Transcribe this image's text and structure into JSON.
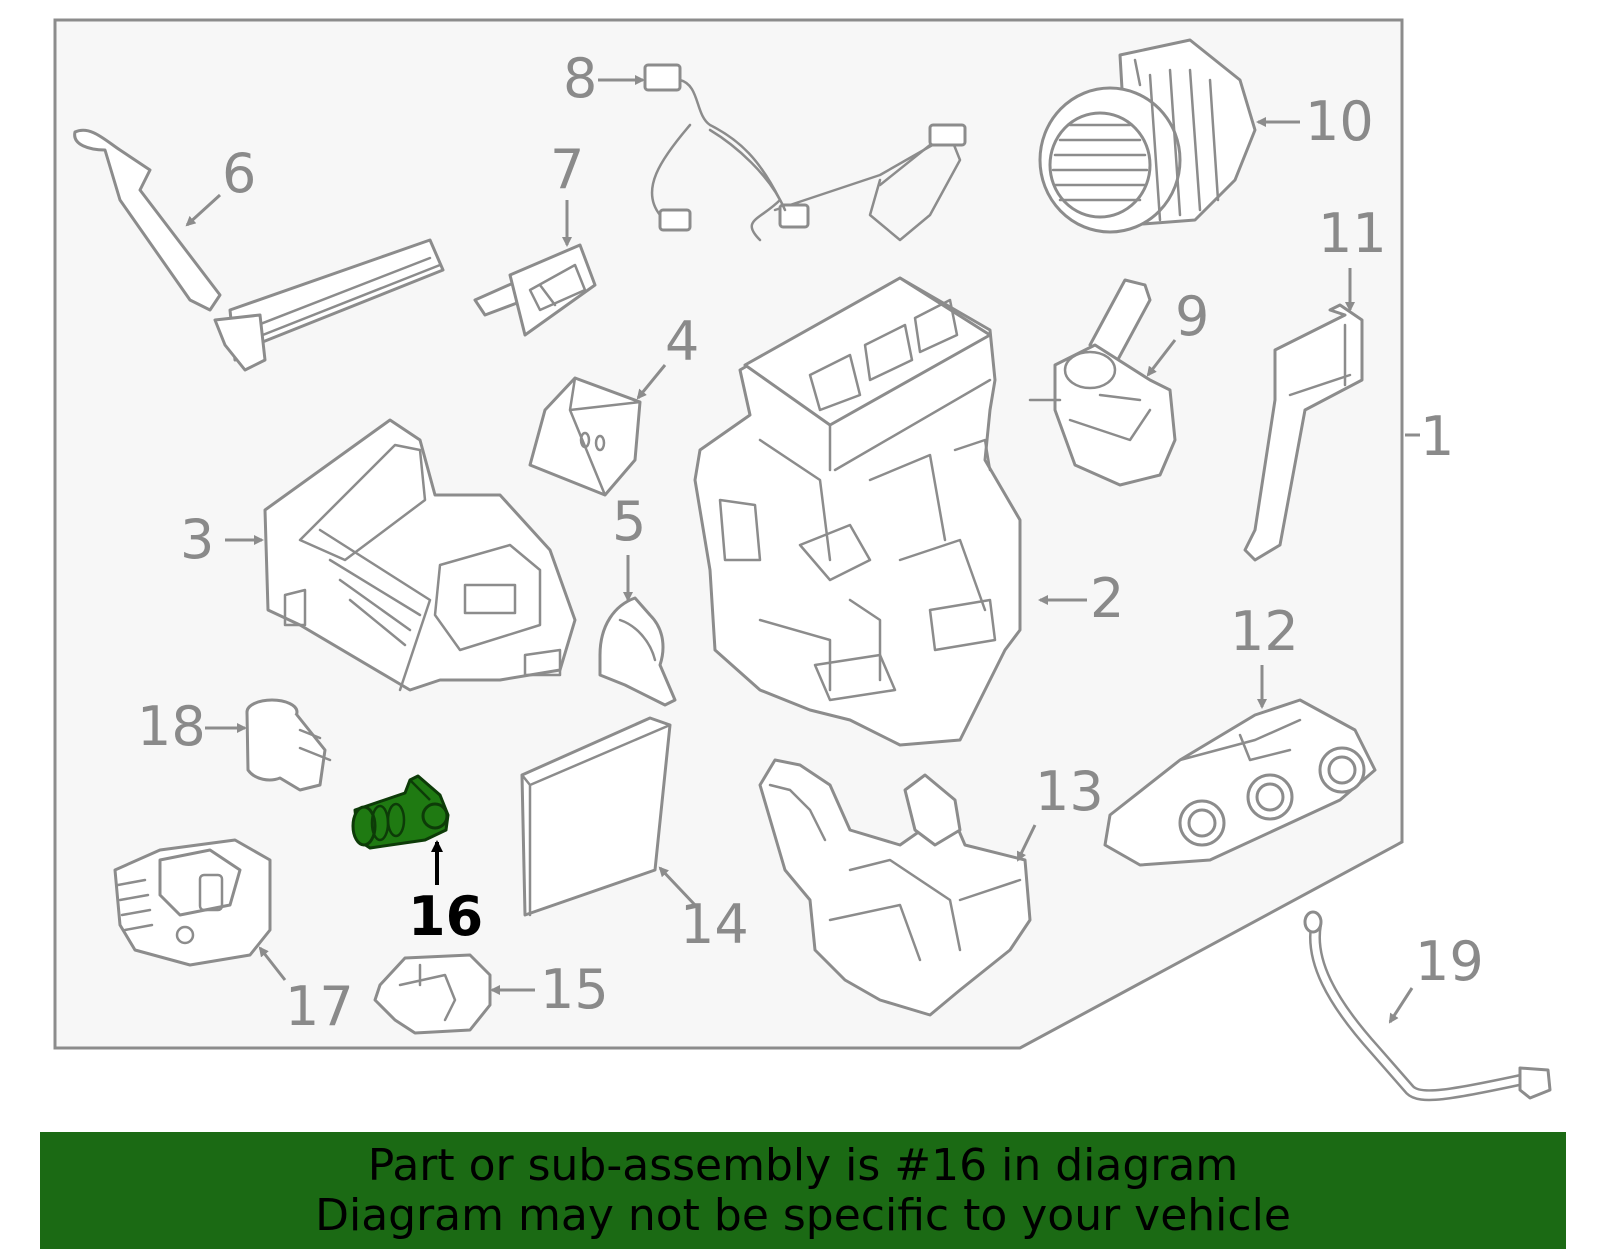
{
  "diagram": {
    "highlight_part": "16",
    "highlight_color": "#1f7a12",
    "callouts": [
      "1",
      "2",
      "3",
      "4",
      "5",
      "6",
      "7",
      "8",
      "9",
      "10",
      "11",
      "12",
      "13",
      "14",
      "15",
      "16",
      "17",
      "18",
      "19"
    ]
  },
  "banner": {
    "background": "#1b6a14",
    "line1": "Part or sub-assembly is #16 in diagram",
    "line2": "Diagram may not be specific to your vehicle"
  }
}
